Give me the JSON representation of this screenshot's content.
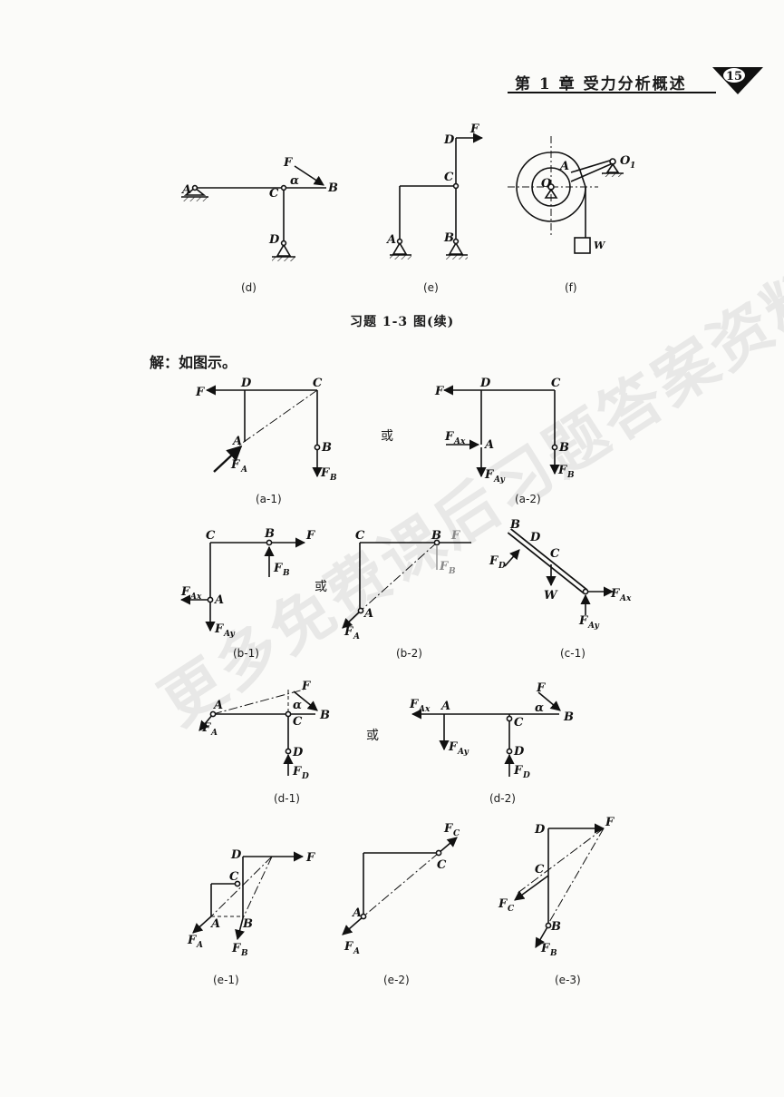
{
  "header": {
    "title": "第 1 章   受力分析概述",
    "page_number": "15"
  },
  "figure_caption": "习题 1-3 图(续)",
  "answer_text": "解：如图示。",
  "or_label": "或",
  "watermark": "更多免费课后习题答案资料尽在 小程序",
  "captions": {
    "d": "(d)",
    "e": "(e)",
    "f": "(f)",
    "a1": "(a-1)",
    "a2": "(a-2)",
    "b1": "(b-1)",
    "b2": "(b-2)",
    "c1": "(c-1)",
    "d1": "(d-1)",
    "d2": "(d-2)",
    "e1": "(e-1)",
    "e2": "(e-2)",
    "e3": "(e-3)"
  },
  "labels": {
    "A": "A",
    "B": "B",
    "C": "C",
    "D": "D",
    "O": "O",
    "O1": "O",
    "one": "1",
    "F": "F",
    "W": "W",
    "alpha": "α",
    "A_sub": "A",
    "B_sub": "B",
    "C_sub": "C",
    "D_sub": "D",
    "Ax": "Ax",
    "Ay": "Ay"
  }
}
